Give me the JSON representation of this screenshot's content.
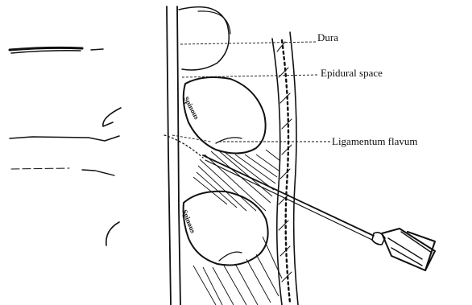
{
  "labels": {
    "dura": "Dura",
    "epidural_space": "Epidural space",
    "ligamentum_flavum": "Ligamentum flavum",
    "upper_vertebra": "Spinous",
    "lower_vertebra": "Spinous"
  }
}
